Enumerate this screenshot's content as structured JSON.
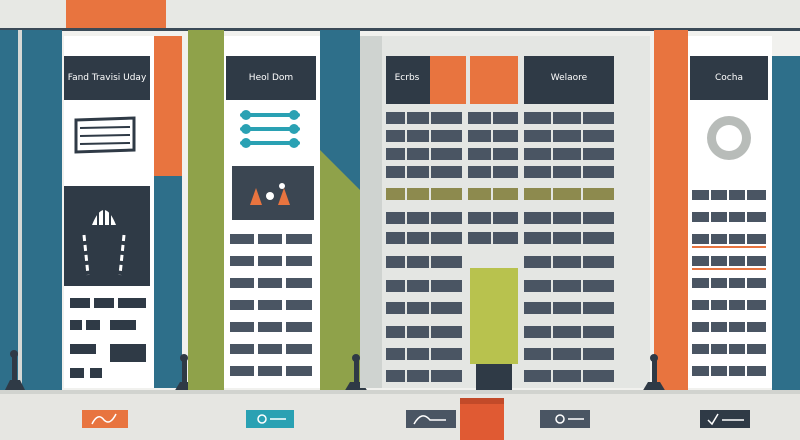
{
  "colors": {
    "background": "#f1f1ee",
    "navy": "#2f3a46",
    "teal": "#2e6f8a",
    "orange": "#e8743f",
    "olive": "#8fa24a",
    "lime": "#b8c24e",
    "gray": "#c9ccc9",
    "white": "#ffffff"
  },
  "panels": [
    {
      "id": "p1",
      "label": "Fand Travisi Uday",
      "graphic": "scroll-icon"
    },
    {
      "id": "p2",
      "label": "Heol Dom",
      "graphic": "slider-icon"
    },
    {
      "id": "p3",
      "label": "Ecrbs",
      "graphic": "none"
    },
    {
      "id": "p4",
      "label": "Welaore",
      "graphic": "none"
    },
    {
      "id": "p5",
      "label": "Cocha",
      "graphic": "ring-icon"
    }
  ],
  "signs": [
    {
      "id": "s1",
      "color": "#e8743f",
      "icon": "wave-icon"
    },
    {
      "id": "s2",
      "color": "#2aa1b3",
      "icon": "wave-icon"
    },
    {
      "id": "s3",
      "color": "#4a5563",
      "icon": "wave-icon"
    },
    {
      "id": "s4",
      "color": "#4a5563",
      "icon": "wave-icon"
    },
    {
      "id": "s5",
      "color": "#2f3a46",
      "icon": "check-icon"
    }
  ]
}
